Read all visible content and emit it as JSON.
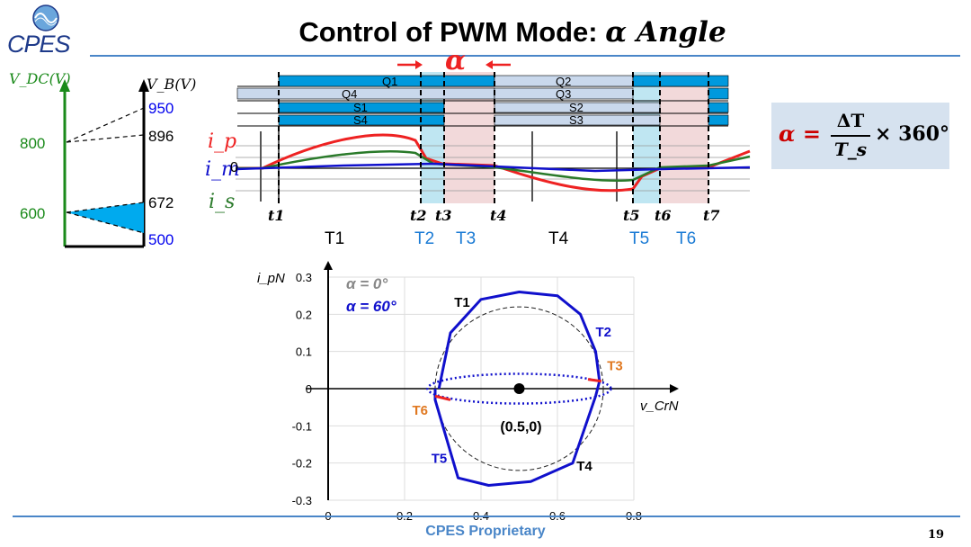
{
  "slide": {
    "title_prefix": "Control of PWM Mode: ",
    "title_symbol": "α Angle",
    "logo": "CPES",
    "footer": "CPES Proprietary",
    "page_number": "19"
  },
  "voltage_scale": {
    "vdc_label": "V_DC(V)",
    "vb_label": "V_B(V)",
    "vdc_ticks": [
      "800",
      "600"
    ],
    "vb_ticks": [
      "950",
      "896",
      "672",
      "500"
    ],
    "colors": {
      "vdc": "#1a8a1a",
      "vb_blue": "#0000ee",
      "fill": "#00aaee"
    }
  },
  "timing": {
    "alpha_symbol": "α",
    "switch_rows": [
      {
        "left": "Q1",
        "right": "Q2"
      },
      {
        "left": "Q4",
        "right": "Q3"
      },
      {
        "left": "S1",
        "right": "S2"
      },
      {
        "left": "S4",
        "right": "S3"
      }
    ],
    "currents": {
      "ip": "i_p",
      "im": "i_m",
      "is": "i_s",
      "zero": "0"
    },
    "time_points": [
      "t1",
      "t2",
      "t3",
      "t4",
      "t5",
      "t6",
      "t7"
    ],
    "intervals": [
      "T1",
      "T2",
      "T3",
      "T4",
      "T5",
      "T6"
    ],
    "colors": {
      "ip": "#ee2222",
      "im": "#1010cc",
      "is": "#2a7a2a",
      "switch_on": "#0099dd",
      "switch_off": "#c9d8ec",
      "alpha_band": "#f2d9da",
      "dt_band": "#bfe6f2"
    }
  },
  "formula": {
    "lhs": "α =",
    "numerator": "ΔT",
    "denominator": "T_s",
    "tail": "× 360°"
  },
  "chart_data": {
    "type": "scatter",
    "xlabel": "v_CrN",
    "ylabel": "i_pN",
    "xlim": [
      0,
      0.8
    ],
    "ylim": [
      -0.3,
      0.3
    ],
    "xticks": [
      "0",
      "0.2",
      "0.4",
      "0.6",
      "0.8"
    ],
    "yticks": [
      "0.3",
      "0.2",
      "0.1",
      "0",
      "-0.1",
      "-0.2",
      "-0.3"
    ],
    "legend": [
      "α = 0°",
      "α = 60°"
    ],
    "center_point": {
      "x": 0.5,
      "y": 0,
      "label": "(0.5,0)"
    },
    "series": [
      {
        "name": "α = 0°",
        "style": "dashed-circle",
        "center": [
          0.5,
          0
        ],
        "radius": 0.22
      },
      {
        "name": "α = 60°",
        "style": "solid-loop",
        "x": [
          0.29,
          0.32,
          0.4,
          0.5,
          0.6,
          0.66,
          0.7,
          0.71,
          0.7,
          0.64,
          0.53,
          0.42,
          0.34,
          0.28,
          0.28
        ],
        "y": [
          0.0,
          0.15,
          0.24,
          0.26,
          0.25,
          0.2,
          0.1,
          0.02,
          -0.02,
          -0.2,
          -0.25,
          -0.26,
          -0.24,
          -0.03,
          0.0
        ]
      },
      {
        "name": "α = 60° (ellipse)",
        "style": "dotted-ellipse",
        "center": [
          0.5,
          0
        ],
        "rx": 0.24,
        "ry": 0.04
      }
    ],
    "annotations": [
      {
        "text": "T1",
        "x": 0.33,
        "y": 0.22,
        "color": "#000000"
      },
      {
        "text": "T2",
        "x": 0.7,
        "y": 0.14,
        "color": "#1010cc"
      },
      {
        "text": "T3",
        "x": 0.73,
        "y": 0.05,
        "color": "#e07820"
      },
      {
        "text": "T4",
        "x": 0.65,
        "y": -0.22,
        "color": "#000000"
      },
      {
        "text": "T5",
        "x": 0.27,
        "y": -0.2,
        "color": "#1010cc"
      },
      {
        "text": "T6",
        "x": 0.22,
        "y": -0.07,
        "color": "#e07820"
      }
    ]
  }
}
